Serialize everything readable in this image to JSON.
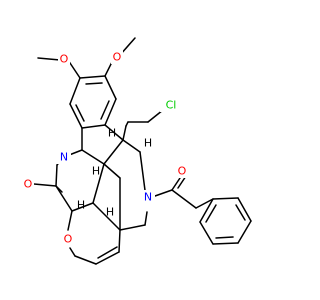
{
  "molecule": {
    "atom_labels": {
      "methoxy_o_left": "O",
      "methoxy_o_right": "O",
      "chlorine": "Cl",
      "carbonyl_o_left": "O",
      "indoline_n": "N",
      "amide_n": "N",
      "carbonyl_o_right": "O",
      "ether_o": "O",
      "stereo_h_1": "H",
      "stereo_h_2": "H",
      "stereo_h_3": "H",
      "stereo_h_4": "H",
      "stereo_h_5": "H"
    },
    "colors": {
      "oxygen": "#ff0000",
      "nitrogen": "#0000ff",
      "chlorine": "#00cc00",
      "carbon_bond": "#000000",
      "hydrogen": "#000000"
    }
  }
}
